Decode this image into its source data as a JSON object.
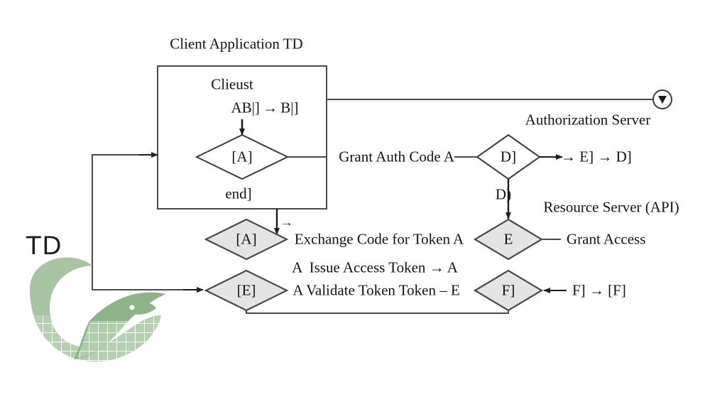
{
  "diagram": {
    "type": "flowchart",
    "title_group_labels": {
      "client_application": "Client Application TD",
      "authorization_server": "Authorization Server",
      "resource_server": "Resource Server (API)"
    },
    "brand": {
      "text": "TD",
      "logo_icon": "leaf-wave-logo",
      "logo_color": "#a8c4a2"
    },
    "colors": {
      "stroke": "#3c3c3c",
      "diamond_fill": "#e4e4e4",
      "diamond_stroke": "#4a4a4a",
      "box_fill": "#ffffff",
      "text": "#141414",
      "watermark_green": "#a8c4a2"
    },
    "nodes": [
      {
        "id": "client-box-title",
        "shape": "text",
        "label": "Clieust"
      },
      {
        "id": "client-box-expr",
        "shape": "text",
        "label": "AB|] → B|]"
      },
      {
        "id": "client-decision",
        "shape": "diamond",
        "fill": "white",
        "label": "[A]"
      },
      {
        "id": "client-end",
        "shape": "text",
        "label": "end]"
      },
      {
        "id": "auth-decision",
        "shape": "diamond",
        "fill": "white",
        "label": "D]"
      },
      {
        "id": "exchange-code",
        "shape": "diamond",
        "fill": "gray",
        "label": "[A]"
      },
      {
        "id": "validate-token",
        "shape": "diamond",
        "fill": "gray",
        "label": "[E]"
      },
      {
        "id": "resource-access",
        "shape": "diamond",
        "fill": "gray",
        "label": "E"
      },
      {
        "id": "resource-validate",
        "shape": "diamond",
        "fill": "gray",
        "label": "F]"
      }
    ],
    "edge_labels": [
      {
        "id": "grant-auth-code",
        "text": "Grant Auth Code A"
      },
      {
        "id": "auth-out",
        "text": "→ E] → D]"
      },
      {
        "id": "auth-to-resource",
        "text": "D)"
      },
      {
        "id": "exchange-code-token",
        "text": "Exchange Code for Token A"
      },
      {
        "id": "issue-access-token",
        "text": "A  Issue Access Token → A"
      },
      {
        "id": "validate-token-token",
        "text": "A Validate Token Token – E"
      },
      {
        "id": "grant-access",
        "text": "Grant Access"
      },
      {
        "id": "resource-return",
        "text": "F] → [F]"
      },
      {
        "id": "box-down-arrow",
        "text": "→"
      }
    ],
    "terminator": {
      "id": "circle-down-arrow",
      "icon": "circled-down-triangle-icon"
    }
  }
}
